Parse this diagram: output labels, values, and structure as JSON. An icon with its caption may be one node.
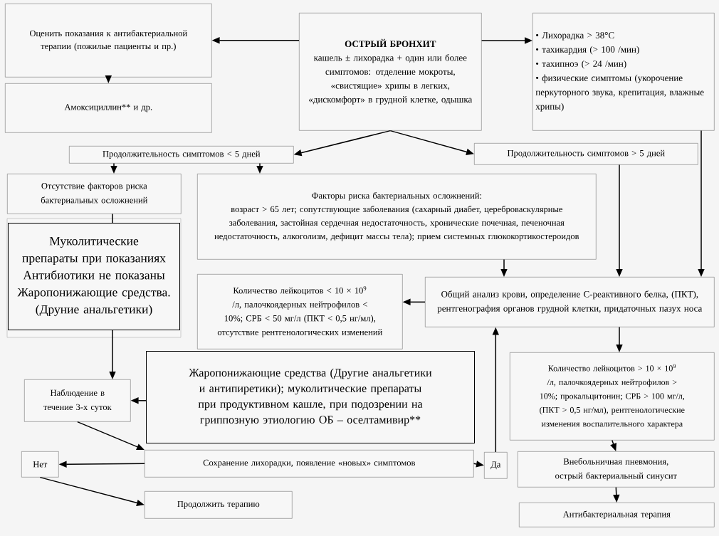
{
  "diagram": {
    "nodes": [
      {
        "text": [
          "Оценить показания к антибактериальной терапии (пожилые пациенты и пр.)"
        ]
      },
      {
        "text": [
          "Амоксициллин** и др."
        ]
      },
      {
        "text": [
          "ОСТРЫЙ БРОНХИТ",
          "кашель ± лихорадка + один или более симптомов: отделение мокроты, «свистящие» хрипы в легких, «дискомфорт» в грудной клетке, одышка"
        ]
      },
      {
        "text": [
          "• Лихорадка > 38°C",
          "• тахикардия (> 100 /мин)",
          "• тахипноэ (> 24 /мин)",
          "• физические симптомы (укорочение перкуторного звука, крепитация, влажные хрипы)"
        ]
      },
      {
        "text": [
          "Продолжительность симптомов < 5 дней"
        ]
      },
      {
        "text": [
          "Продолжительность симптомов > 5 дней"
        ]
      },
      {
        "text": [
          "Отсутствие факторов риска бактериальных осложнений"
        ]
      },
      {
        "text": [
          "Факторы риска бактериальных осложнений:",
          "возраст > 65 лет; сопутствующие заболевания (сахарный диабет, цереброваскулярные заболевания, застойная сердечная недостаточность, хронические почечная, печеночная недостаточность, алкоголизм, дефицит массы тела); прием системных глюкокортикостероидов"
        ]
      },
      {
        "text": [
          "Муколитические препараты при показаниях",
          "Антибиотики не показаны",
          "Жаропонижающие средства.",
          "(Друние анальгетики)"
        ]
      },
      {
        "text": [
          "Количество лейкоцитов < 10 × 10$^{9}$ /л, палочкоядерных нейтрофилов < 10%; СРБ < 50 мг/л (ПКТ < 0,5 нг/мл), отсутствие рентгенологических изменений"
        ]
      },
      {
        "text": [
          "Общий анализ крови, определение С-реактивного белка, (ПКТ), рентгенография органов грудной клетки, придаточных пазух носа"
        ]
      },
      {
        "text": [
          "Жаропонижающие средства (Другие анальгетики и антипиретики); муколитические препараты при продуктивном кашле, при подозрении на гриппозную этиологию ОБ – оселтамивир**"
        ]
      },
      {
        "text": [
          "Наблюдение в течение 3-х суток"
        ]
      },
      {
        "text": [
          "Количество лейкоцитов > 10 × 10$^{9}$ /л, палочкоядерных нейтрофилов > 10%; прокальцитонин; СРБ > 100 мг/л, (ПКТ > 0,5 нг/мл), рентгенологические изменения воспалительного характера"
        ]
      },
      {
        "text": [
          "Сохранение лихорадки, появление «новых» симптомов"
        ]
      },
      {
        "text": [
          "Нет"
        ]
      },
      {
        "text": [
          "Да"
        ]
      },
      {
        "text": [
          "Внебольничная пневмония, острый бактериальный синусит"
        ]
      },
      {
        "text": [
          "Продолжить терапию"
        ]
      },
      {
        "text": [
          "Антибактериальная терапия"
        ]
      }
    ],
    "edges": [
      {
        "from": 2,
        "to": 0,
        "arrow": "to"
      },
      {
        "from": 0,
        "to": 1,
        "arrow": "to"
      },
      {
        "from": 2,
        "to": 3,
        "arrow": "to"
      },
      {
        "from": 2,
        "to": 4,
        "arrow": "to"
      },
      {
        "from": 2,
        "to": 5,
        "arrow": "to"
      },
      {
        "from": 4,
        "to": 6,
        "arrow": "to"
      },
      {
        "from": 4,
        "to": 7,
        "arrow": "to"
      },
      {
        "from": 6,
        "to": 8,
        "arrow": "none"
      },
      {
        "from": 8,
        "to": 12,
        "arrow": "to"
      },
      {
        "from": 5,
        "to": 10,
        "arrow": "to"
      },
      {
        "from": 3,
        "to": 10,
        "arrow": "to"
      },
      {
        "from": 7,
        "to": 10,
        "arrow": "to"
      },
      {
        "from": 10,
        "to": 9,
        "arrow": "to"
      },
      {
        "from": 10,
        "to": 13,
        "arrow": "to"
      },
      {
        "from": 16,
        "to": 10,
        "arrow": "to"
      },
      {
        "from": 11,
        "to": 12,
        "arrow": "to"
      },
      {
        "from": 12,
        "to": 14,
        "arrow": "to"
      },
      {
        "from": 14,
        "to": 15,
        "arrow": "to"
      },
      {
        "from": 14,
        "to": 16,
        "arrow": "to"
      },
      {
        "from": 15,
        "to": 18,
        "arrow": "to"
      },
      {
        "from": 13,
        "to": 17,
        "arrow": "to"
      },
      {
        "from": 17,
        "to": 19,
        "arrow": "to"
      }
    ]
  }
}
